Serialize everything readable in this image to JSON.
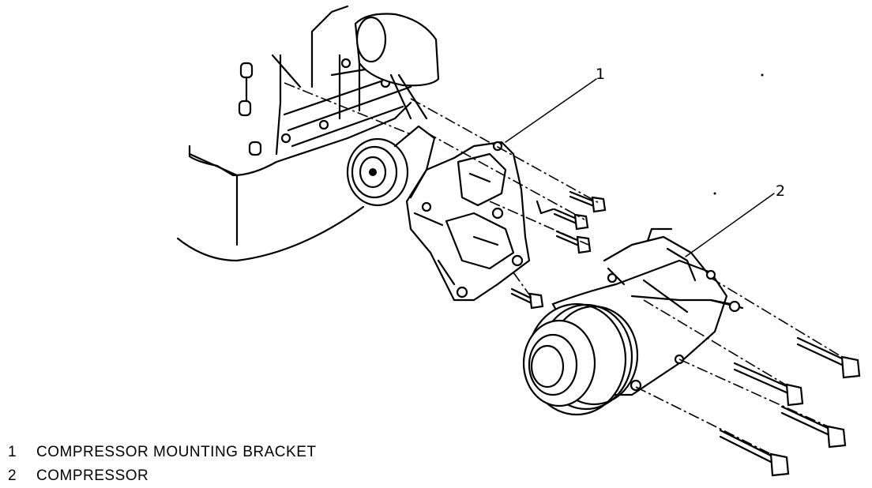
{
  "callouts": {
    "bracket_number": "1",
    "compressor_number": "2"
  },
  "legend": [
    {
      "number": "1",
      "label": "COMPRESSOR MOUNTING BRACKET"
    },
    {
      "number": "2",
      "label": "COMPRESSOR"
    }
  ]
}
